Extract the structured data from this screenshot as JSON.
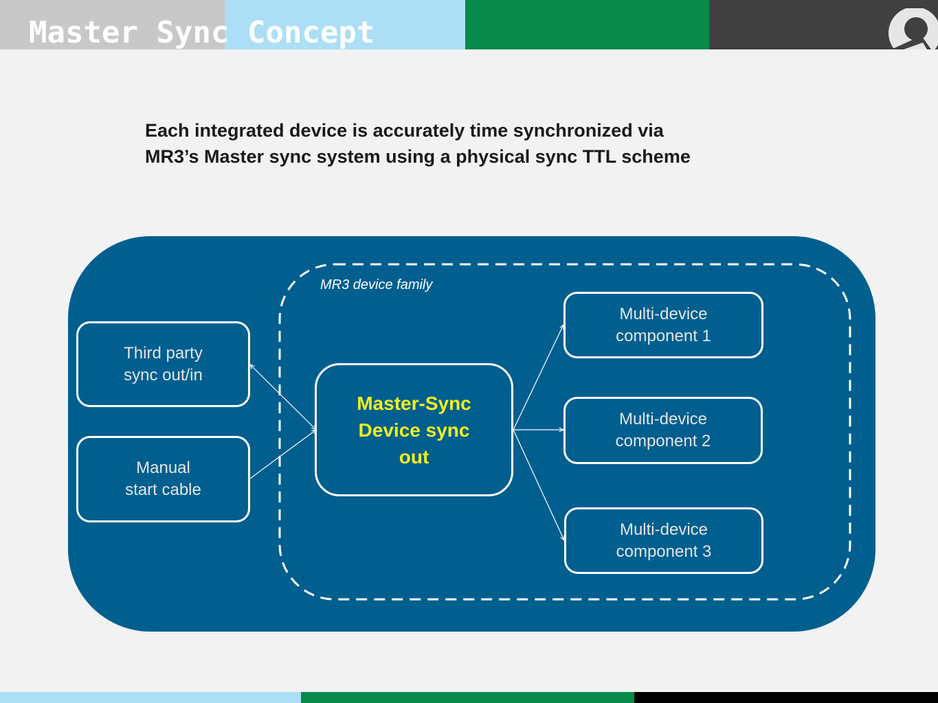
{
  "header": {
    "title": "Master Sync Concept",
    "band_colors": [
      "#c8c8c8",
      "#acdff5",
      "#078a4b",
      "#404040"
    ]
  },
  "subtitle": {
    "line1": "Each integrated device is accurately time synchronized via",
    "line2": "MR3’s Master sync system using a physical sync TTL  scheme"
  },
  "diagram": {
    "panel_color": "#005f8f",
    "family_label": "MR3 device family",
    "nodes": {
      "third_party": {
        "line1": "Third party",
        "line2": "sync out/in"
      },
      "manual": {
        "line1": "Manual",
        "line2": "start cable"
      },
      "master": {
        "line1": "Master-Sync",
        "line2": "Device sync",
        "line3": "out",
        "text_color": "#f0f01e"
      },
      "component1": {
        "line1": "Multi-device",
        "line2": "component 1"
      },
      "component2": {
        "line1": "Multi-device",
        "line2": "component 2"
      },
      "component3": {
        "line1": "Multi-device",
        "line2": "component 3"
      }
    },
    "edges": [
      {
        "from": "master",
        "to": "third_party",
        "direction": "bidirectional"
      },
      {
        "from": "manual",
        "to": "master",
        "direction": "forward"
      },
      {
        "from": "master",
        "to": "component1",
        "direction": "forward"
      },
      {
        "from": "master",
        "to": "component2",
        "direction": "forward"
      },
      {
        "from": "master",
        "to": "component3",
        "direction": "forward"
      }
    ]
  },
  "footer": {
    "band_colors": [
      "#acdff5",
      "#078a4b",
      "#000000"
    ]
  }
}
